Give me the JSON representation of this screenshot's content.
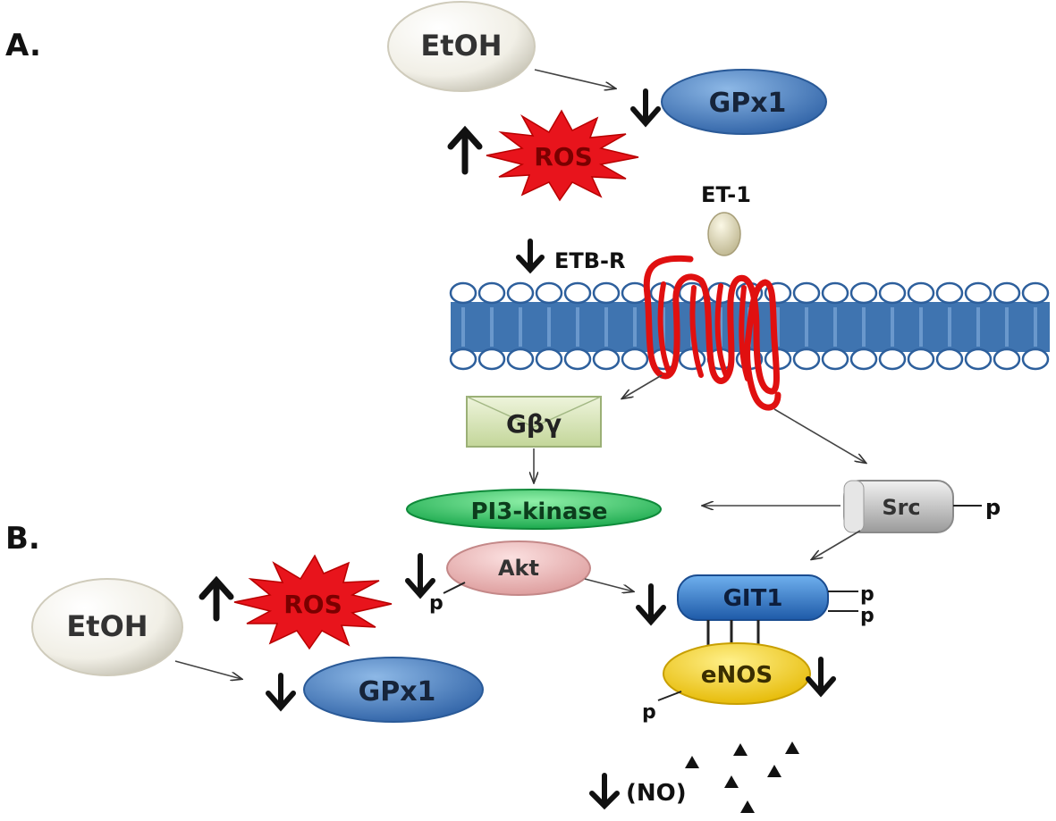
{
  "panel_a": {
    "label": "A.",
    "etoh": "EtOH",
    "gpx1": "GPx1",
    "ros": "ROS",
    "et1": "ET-1",
    "receptor": "ETB-R",
    "gbg": "Gβγ",
    "pi3k": "PI3-kinase",
    "src": "Src",
    "src_p": "p"
  },
  "panel_b": {
    "label": "B.",
    "etoh": "EtOH",
    "gpx1": "GPx1",
    "ros": "ROS",
    "akt": "Akt",
    "akt_p": "p",
    "git1": "GIT1",
    "git1_p1": "p",
    "git1_p2": "p",
    "enos": "eNOS",
    "enos_p": "p",
    "no": "(NO)"
  },
  "colors": {
    "arrow_bold": "#111111",
    "membrane_blue": "#3f74b0",
    "receptor_red": "#e01010",
    "ros_red": "#e8141c",
    "gpx1_blue": "#4a86c8",
    "pi3k_green": "#22c05a",
    "akt_pink": "#f0b6b6",
    "enos_yellow": "#f2c800",
    "gbg_green": "#d7e6b4",
    "src_gray": "#b8b8b8"
  }
}
